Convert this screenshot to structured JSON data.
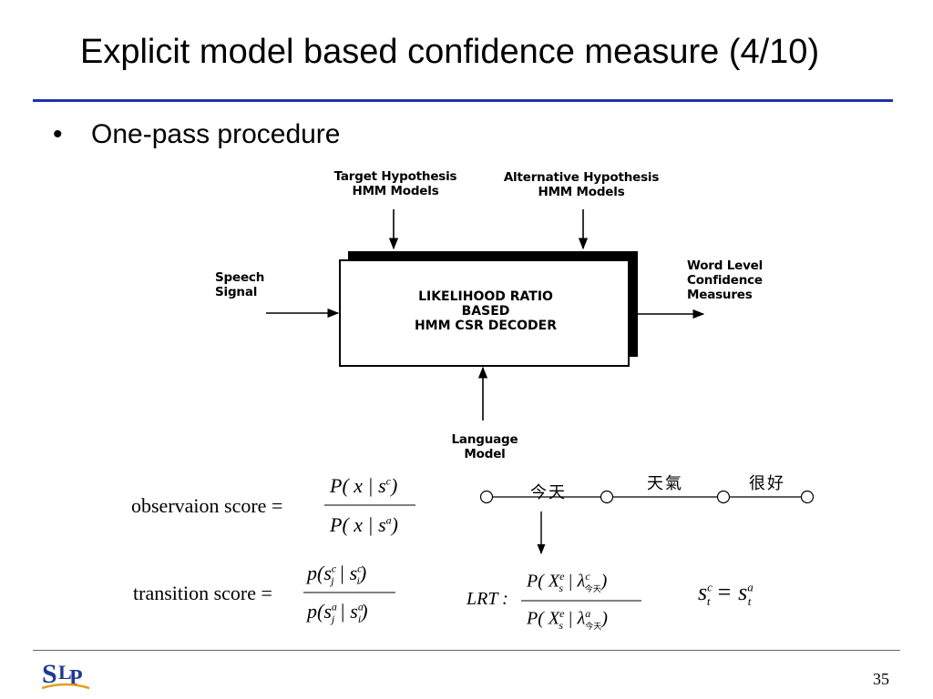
{
  "slide": {
    "title": "Explicit model based confidence measure (4/10)",
    "bullet": "•",
    "bullet_text": "One-pass procedure",
    "page_number": "35",
    "logo_text": "SLP"
  },
  "diagram": {
    "target_hyp": [
      "Target Hypothesis",
      "HMM Models"
    ],
    "alt_hyp": [
      "Alternative Hypothesis",
      "HMM  Models"
    ],
    "speech": [
      "Speech",
      "Signal"
    ],
    "word_level": [
      "Word Level",
      "Confidence",
      "Measures"
    ],
    "box": [
      "LIKELIHOOD RATIO",
      "BASED",
      "HMM CSR DECODER"
    ],
    "lm": [
      "Language",
      "Model"
    ]
  },
  "equations": {
    "obs_label": "observaion score =",
    "obs_num": "P( x | s",
    "obs_num_sup": "c",
    "obs_den": "P( x | s",
    "obs_den_sup": "a",
    "trans_label": "transition score =",
    "trans_num": "p(s",
    "trans_num_a_sup": "c",
    "trans_num_a_sub": "j",
    "trans_num_b": " | s",
    "trans_num_b_sup": "c",
    "trans_num_b_sub": "i",
    "trans_den_a_sup": "a",
    "trans_den_b_sup": "a",
    "close_paren": ")",
    "lrt_label": "LRT :",
    "lrt_num": "P( X",
    "lrt_sup_e": "e",
    "lrt_sub_s": "s",
    "lrt_bar_lambda": " | λ",
    "lrt_sup_c": "c",
    "lrt_sup_a": "a",
    "lrt_sub_word": "今天",
    "s_eq_left": "s",
    "s_eq_left_sup": "c",
    "s_eq_left_sub": "t",
    "s_eq_mid": " = s",
    "s_eq_right_sup": "a",
    "s_eq_right_sub": "t"
  },
  "lattice": {
    "words": [
      "今天",
      "天氣",
      "很好"
    ]
  }
}
